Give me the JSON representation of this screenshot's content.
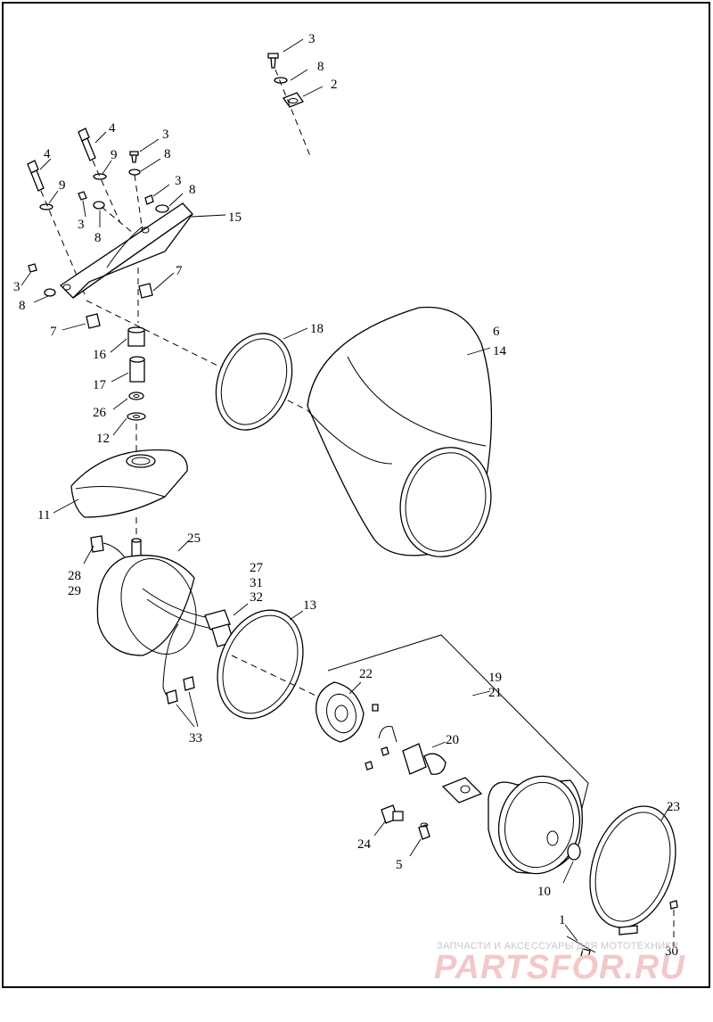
{
  "diagram": {
    "callouts": [
      "1",
      "2",
      "3",
      "4",
      "5",
      "6",
      "7",
      "8",
      "9",
      "10",
      "11",
      "12",
      "13",
      "14",
      "15",
      "16",
      "17",
      "18",
      "19",
      "20",
      "21",
      "22",
      "23",
      "24",
      "25",
      "26",
      "27",
      "28",
      "29",
      "30",
      "31",
      "32",
      "33"
    ],
    "labels": {
      "c3a": "3",
      "c8a": "8",
      "c2": "2",
      "c4a": "4",
      "c3b": "3",
      "c4b": "4",
      "c9a": "9",
      "c8b": "8",
      "c9b": "9",
      "c3c": "3",
      "c8c": "8",
      "c15": "15",
      "c3d": "3",
      "c8d": "8",
      "c3e": "3",
      "c8e": "8",
      "c7a": "7",
      "c7b": "7",
      "c16": "16",
      "c17": "17",
      "c26": "26",
      "c12": "12",
      "c11": "11",
      "c18": "18",
      "c6": "6",
      "c14": "14",
      "c25": "25",
      "c28": "28",
      "c29": "29",
      "c27": "27",
      "c31": "31",
      "c32": "32",
      "c13": "13",
      "c33": "33",
      "c22": "22",
      "c19": "19",
      "c21": "21",
      "c20": "20",
      "c24": "24",
      "c5": "5",
      "c10": "10",
      "c23": "23",
      "c1": "1",
      "c30": "30"
    }
  },
  "watermark": {
    "tagline": "ЗАПЧАСТИ И АКСЕССУАРЫ ДЛЯ МОТОТЕХНИКИ",
    "logo": "PARTSFOR.RU"
  }
}
